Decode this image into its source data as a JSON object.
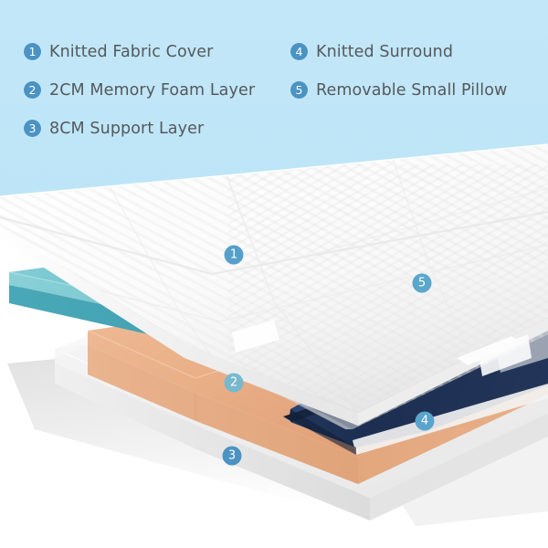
{
  "background": {
    "top_panel_color": "#bfe6f7",
    "page_color": "#ffffff"
  },
  "legend": {
    "left_column": [
      {
        "number": "1",
        "label": "Knitted Fabric Cover"
      },
      {
        "number": "2",
        "label": "2CM Memory Foam Layer"
      },
      {
        "number": "3",
        "label": "8CM Support Layer"
      }
    ],
    "right_column": [
      {
        "number": "4",
        "label": "Knitted Surround"
      },
      {
        "number": "5",
        "label": "Removable Small Pillow"
      }
    ],
    "badge_color": "#4a93c3",
    "text_color": "#55595c"
  },
  "callouts": [
    {
      "number": "1",
      "refers_to": "Knitted Fabric Cover"
    },
    {
      "number": "2",
      "refers_to": "2CM Memory Foam Layer"
    },
    {
      "number": "3",
      "refers_to": "8CM Support Layer"
    },
    {
      "number": "4",
      "refers_to": "Knitted Surround"
    },
    {
      "number": "5",
      "refers_to": "Removable Small Pillow"
    }
  ],
  "layers": [
    {
      "name": "knitted-fabric-cover",
      "color": "#fdfdfd",
      "number": "1"
    },
    {
      "name": "removable-small-pillow",
      "color": "#7fc9d2",
      "number": "5"
    },
    {
      "name": "memory-foam-layer",
      "color": "#6cc2cc",
      "number": "2"
    },
    {
      "name": "knitted-surround",
      "color": "#1e3255",
      "number": "4"
    },
    {
      "name": "support-layer",
      "color": "#eaaf87",
      "number": "3"
    },
    {
      "name": "base-layer",
      "color": "#f2f2f2",
      "number": ""
    }
  ]
}
